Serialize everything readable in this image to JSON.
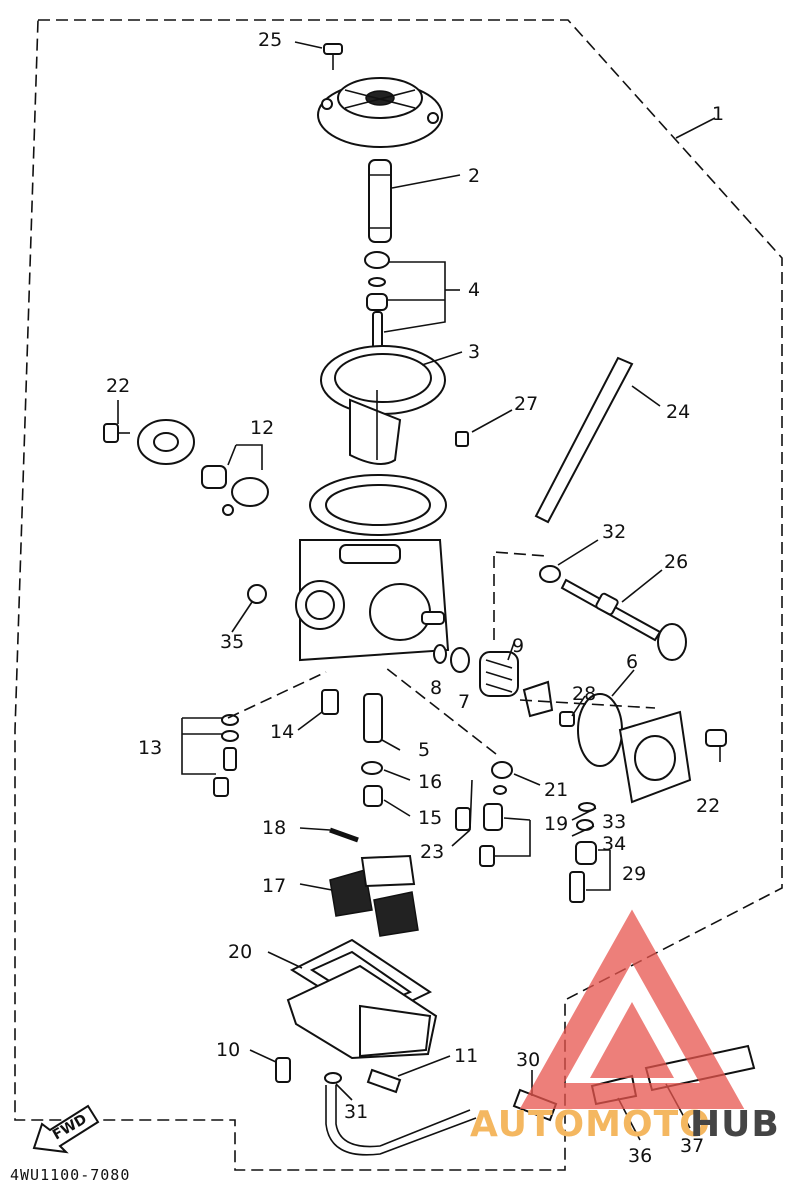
{
  "diagram": {
    "part_code": "4WU1100-7080",
    "fwd_label": "FWD",
    "watermark": {
      "text_a": "AUTOMOTO",
      "text_b": "HUB",
      "color": "#e8554e"
    },
    "labels": {
      "l1": "1",
      "l2": "2",
      "l3": "3",
      "l4": "4",
      "l5": "5",
      "l6": "6",
      "l7": "7",
      "l8": "8",
      "l9": "9",
      "l10": "10",
      "l11": "11",
      "l12": "12",
      "l13": "13",
      "l14": "14",
      "l15": "15",
      "l16": "16",
      "l17": "17",
      "l18": "18",
      "l19": "19",
      "l20": "20",
      "l21": "21",
      "l22a": "22",
      "l22b": "22",
      "l23": "23",
      "l24": "24",
      "l25": "25",
      "l26": "26",
      "l27": "27",
      "l28": "28",
      "l29": "29",
      "l30": "30",
      "l31": "31",
      "l32": "32",
      "l33": "33",
      "l34": "34",
      "l35": "35",
      "l36": "36",
      "l37": "37"
    }
  }
}
